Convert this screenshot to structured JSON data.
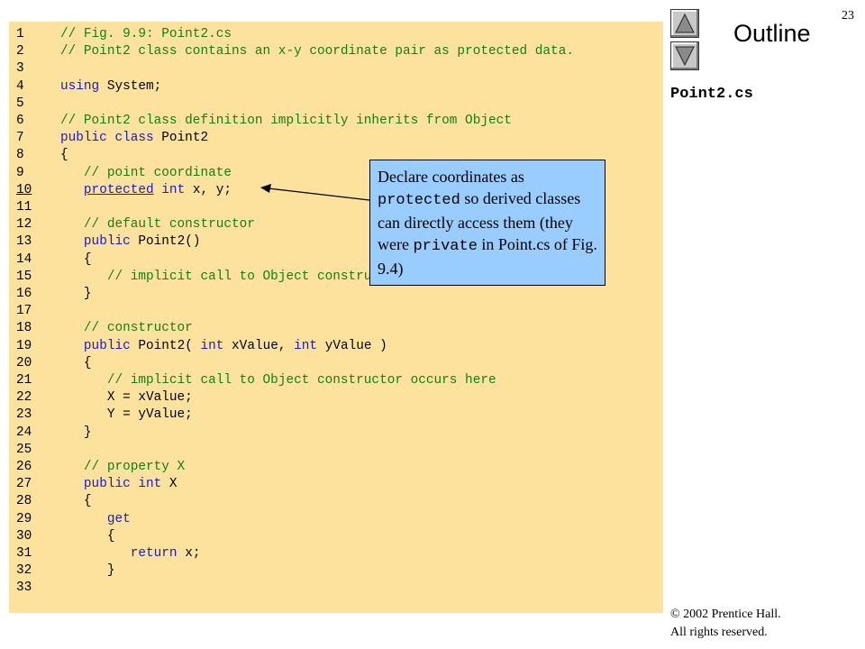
{
  "slide": {
    "page_number": "23",
    "outline_label": "Outline",
    "file_name": "Point2.cs",
    "nav_up_icon": "triangle-up-icon",
    "nav_down_icon": "triangle-down-icon"
  },
  "code": {
    "lines": [
      {
        "n": "1",
        "tokens": [
          {
            "t": "comment",
            "s": "// Fig. 9.9: Point2.cs"
          }
        ]
      },
      {
        "n": "2",
        "tokens": [
          {
            "t": "comment",
            "s": "// Point2 class contains an x-y coordinate pair as protected data."
          }
        ]
      },
      {
        "n": "3",
        "tokens": []
      },
      {
        "n": "4",
        "tokens": [
          {
            "t": "keyword",
            "s": "using"
          },
          {
            "t": "plain",
            "s": " System;"
          }
        ]
      },
      {
        "n": "5",
        "tokens": []
      },
      {
        "n": "6",
        "tokens": [
          {
            "t": "comment",
            "s": "// Point2 class definition implicitly inherits from Object"
          }
        ]
      },
      {
        "n": "7",
        "tokens": [
          {
            "t": "keyword",
            "s": "public class"
          },
          {
            "t": "plain",
            "s": " Point2"
          }
        ]
      },
      {
        "n": "8",
        "tokens": [
          {
            "t": "plain",
            "s": "{"
          }
        ]
      },
      {
        "n": "9",
        "tokens": [
          {
            "t": "comment",
            "s": "   // point coordinate"
          }
        ]
      },
      {
        "n": "10",
        "underline": true,
        "tokens": [
          {
            "t": "plain",
            "s": "   "
          },
          {
            "t": "keyword",
            "s": "protected",
            "underline": true
          },
          {
            "t": "plain",
            "s": " "
          },
          {
            "t": "keyword",
            "s": "int"
          },
          {
            "t": "plain",
            "s": " x, y;"
          }
        ]
      },
      {
        "n": "11",
        "tokens": []
      },
      {
        "n": "12",
        "tokens": [
          {
            "t": "comment",
            "s": "   // default constructor"
          }
        ]
      },
      {
        "n": "13",
        "tokens": [
          {
            "t": "plain",
            "s": "   "
          },
          {
            "t": "keyword",
            "s": "public"
          },
          {
            "t": "plain",
            "s": " Point2()"
          }
        ]
      },
      {
        "n": "14",
        "tokens": [
          {
            "t": "plain",
            "s": "   {"
          }
        ]
      },
      {
        "n": "15",
        "tokens": [
          {
            "t": "comment",
            "s": "      // implicit call to Object constructor occurs here"
          }
        ]
      },
      {
        "n": "16",
        "tokens": [
          {
            "t": "plain",
            "s": "   }"
          }
        ]
      },
      {
        "n": "17",
        "tokens": []
      },
      {
        "n": "18",
        "tokens": [
          {
            "t": "comment",
            "s": "   // constructor"
          }
        ]
      },
      {
        "n": "19",
        "tokens": [
          {
            "t": "plain",
            "s": "   "
          },
          {
            "t": "keyword",
            "s": "public"
          },
          {
            "t": "plain",
            "s": " Point2( "
          },
          {
            "t": "keyword",
            "s": "int"
          },
          {
            "t": "plain",
            "s": " xValue, "
          },
          {
            "t": "keyword",
            "s": "int"
          },
          {
            "t": "plain",
            "s": " yValue )"
          }
        ]
      },
      {
        "n": "20",
        "tokens": [
          {
            "t": "plain",
            "s": "   {"
          }
        ]
      },
      {
        "n": "21",
        "tokens": [
          {
            "t": "comment",
            "s": "      // implicit call to Object constructor occurs here"
          }
        ]
      },
      {
        "n": "22",
        "tokens": [
          {
            "t": "plain",
            "s": "      X = xValue;"
          }
        ]
      },
      {
        "n": "23",
        "tokens": [
          {
            "t": "plain",
            "s": "      Y = yValue;"
          }
        ]
      },
      {
        "n": "24",
        "tokens": [
          {
            "t": "plain",
            "s": "   }"
          }
        ]
      },
      {
        "n": "25",
        "tokens": []
      },
      {
        "n": "26",
        "tokens": [
          {
            "t": "comment",
            "s": "   // property X"
          }
        ]
      },
      {
        "n": "27",
        "tokens": [
          {
            "t": "plain",
            "s": "   "
          },
          {
            "t": "keyword",
            "s": "public int"
          },
          {
            "t": "plain",
            "s": " X"
          }
        ]
      },
      {
        "n": "28",
        "tokens": [
          {
            "t": "plain",
            "s": "   {"
          }
        ]
      },
      {
        "n": "29",
        "tokens": [
          {
            "t": "plain",
            "s": "      "
          },
          {
            "t": "keyword",
            "s": "get"
          }
        ]
      },
      {
        "n": "30",
        "tokens": [
          {
            "t": "plain",
            "s": "      {"
          }
        ]
      },
      {
        "n": "31",
        "tokens": [
          {
            "t": "plain",
            "s": "         "
          },
          {
            "t": "keyword",
            "s": "return"
          },
          {
            "t": "plain",
            "s": " x;"
          }
        ]
      },
      {
        "n": "32",
        "tokens": [
          {
            "t": "plain",
            "s": "      }"
          }
        ]
      },
      {
        "n": "33",
        "tokens": []
      }
    ]
  },
  "callout": {
    "part1": "Declare coordinates as ",
    "code1": "protected",
    "part2": " so derived classes can directly access them (they were ",
    "code2": "private",
    "part3": " in Point.cs of Fig. 9.4)"
  },
  "copyright": {
    "line1": "© 2002 Prentice Hall.",
    "line2": "All rights reserved."
  },
  "colors": {
    "code_background": "#fde29e",
    "comment": "#138013",
    "keyword": "#1a1ac8",
    "callout_background": "#99ccff"
  }
}
